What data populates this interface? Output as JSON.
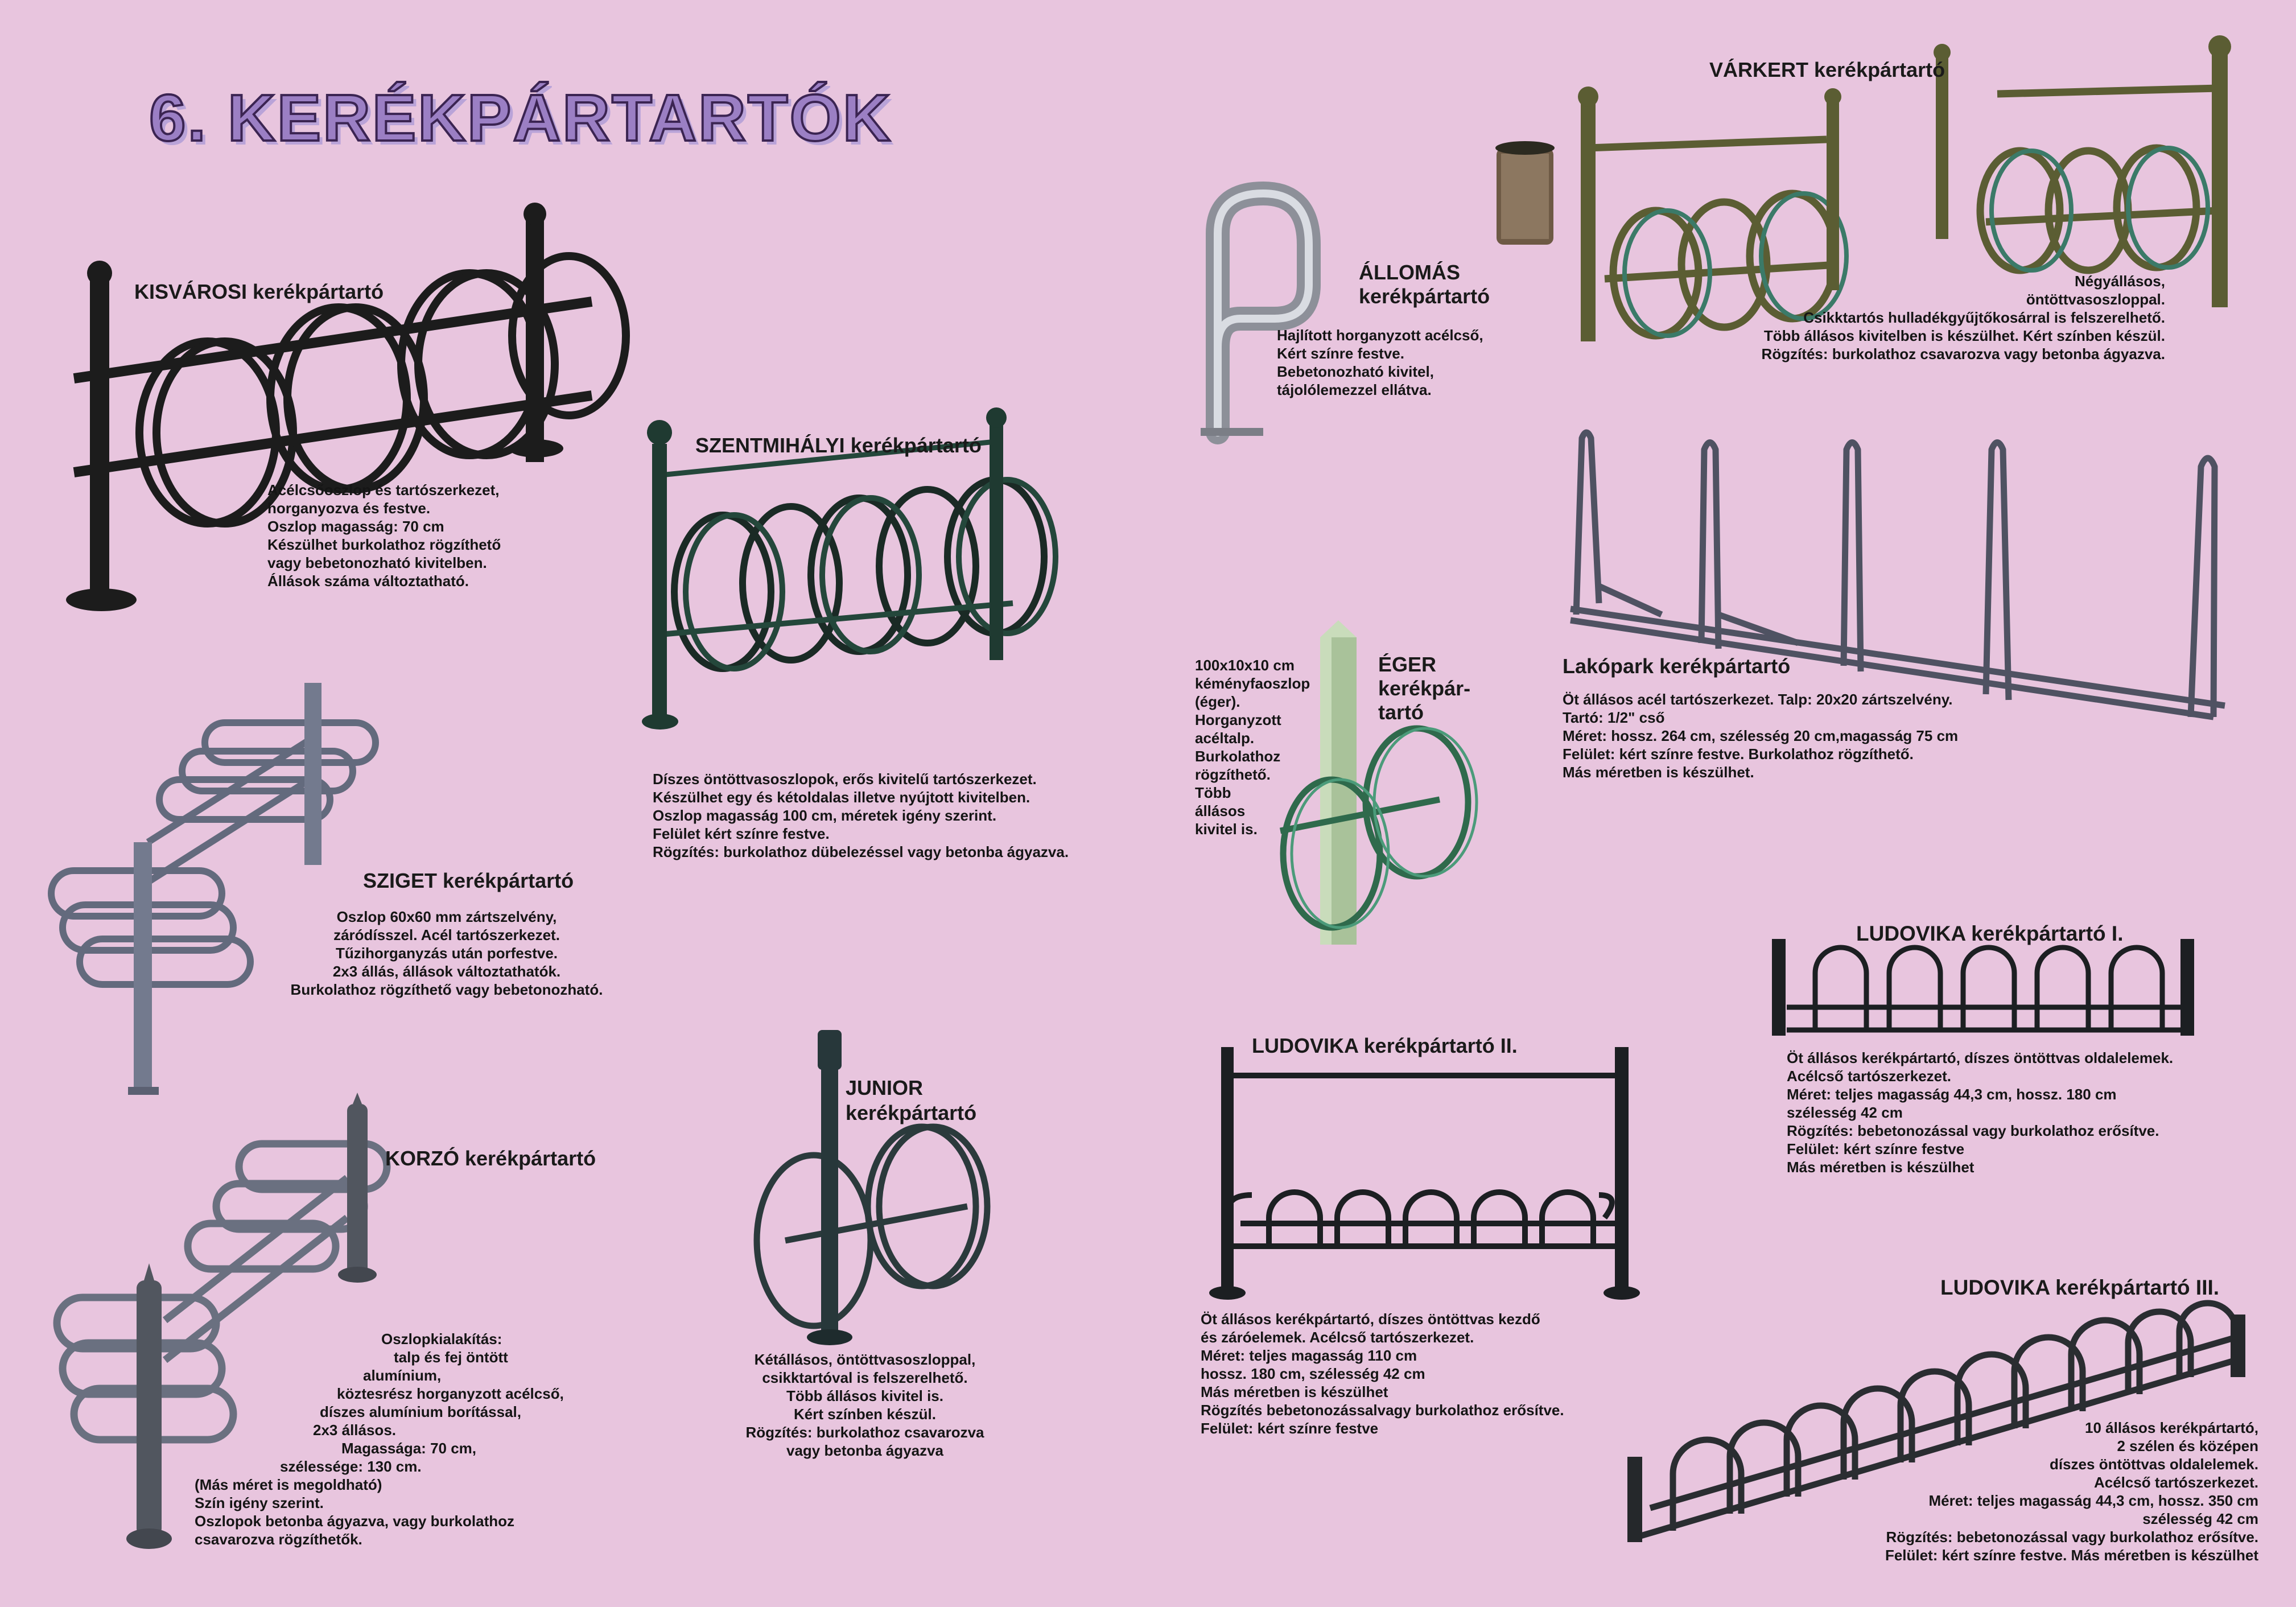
{
  "page_title": "6. KERÉKPÁRTARTÓK",
  "colors": {
    "background": "#e8c5de",
    "title_fill": "#9b7fc4",
    "title_stroke": "#3b2452",
    "rack_black": "#1c1c1c",
    "rack_green": "#24473b",
    "rack_grey": "#6b7184",
    "rack_olive": "#5b5d33"
  },
  "products": {
    "kisvarosi": {
      "name": "KISVÁROSI kerékpártartó",
      "desc": [
        "Acélcsőoszlop és tartószerkezet,",
        "horganyozva és festve.",
        "Oszlop magasság: 70 cm",
        "Készülhet burkolathoz rögzíthető",
        "vagy bebetonozható kivitelben.",
        "Állások száma változtatható."
      ]
    },
    "szentmihalyi": {
      "name": "SZENTMIHÁLYI kerékpártartó",
      "desc": [
        "Díszes öntöttvasoszlopok, erős kivitelű tartószerkezet.",
        "Készülhet egy és kétoldalas illetve nyújtott kivitelben.",
        "Oszlop magasság 100 cm, méretek igény szerint.",
        "Felület kért színre festve.",
        "Rögzítés: burkolathoz dübelezéssel vagy betonba ágyazva."
      ]
    },
    "allomas": {
      "name_line1": "ÁLLOMÁS",
      "name_line2": "kerékpártartó",
      "desc": [
        "Hajlított horganyzott acélcső,",
        "Kért színre festve.",
        "Bebetonozható kivitel,",
        "tájolólemezzel ellátva."
      ]
    },
    "varkert": {
      "name": "VÁRKERT kerékpártartó",
      "desc": [
        "Négyállásos,",
        "öntöttvasoszloppal.",
        "Csikktartós hulladékgyűjtőkosárral is felszerelhető.",
        "Több állásos kivitelben is készülhet. Kért színben készül.",
        "Rögzítés: burkolathoz csavarozva vagy betonba ágyazva."
      ]
    },
    "lakopark": {
      "name": "Lakópark kerékpártartó",
      "desc": [
        "Öt állásos acél tartószerkezet. Talp: 20x20 zártszelvény.",
        "Tartó: 1/2\" cső",
        "Méret: hossz. 264 cm, szélesség 20 cm,magasság 75 cm",
        "Felület: kért színre festve. Burkolathoz rögzíthető.",
        "Más méretben is készülhet."
      ]
    },
    "eger": {
      "name_lines": [
        "ÉGER",
        "kerékpár-",
        "tartó"
      ],
      "desc": [
        "100x10x10 cm",
        "kéményfaoszlop",
        "(éger).",
        "Horganyzott",
        "acéltalp.",
        "Burkolathoz",
        "rögzíthető.",
        "Több",
        "állásos",
        "kivitel is."
      ]
    },
    "sziget": {
      "name": "SZIGET kerékpártartó",
      "desc": [
        "Oszlop 60x60 mm zártszelvény,",
        "záródísszel. Acél tartószerkezet.",
        "Tűzihorganyzás után porfestve.",
        "2x3 állás, állások változtathatók.",
        "Burkolathoz rögzíthető vagy bebetonozható."
      ]
    },
    "ludovika1": {
      "name": "LUDOVIKA kerékpártartó I.",
      "desc": [
        "Öt állásos kerékpártartó, díszes öntöttvas oldalelemek.",
        "Acélcső tartószerkezet.",
        "Méret: teljes magasság 44,3 cm, hossz. 180 cm",
        "szélesség 42 cm",
        "Rögzítés: bebetonozással vagy burkolathoz erősítve.",
        "Felület: kért színre festve",
        "Más méretben is készülhet"
      ]
    },
    "ludovika2": {
      "name": "LUDOVIKA kerékpártartó II.",
      "desc": [
        "Öt állásos kerékpártartó, díszes öntöttvas kezdő",
        "és záróelemek. Acélcső tartószerkezet.",
        "Méret: teljes magasság 110 cm",
        "hossz. 180 cm, szélesség 42 cm",
        "Más méretben is készülhet",
        "Rögzítés bebetonozássalvagy burkolathoz erősítve.",
        "Felület: kért színre festve"
      ]
    },
    "junior": {
      "name_lines": [
        "JUNIOR",
        "kerékpártartó"
      ],
      "desc": [
        "Kétállásos, öntöttvasoszloppal,",
        "csikktartóval is felszerelhető.",
        "Több állásos kivitel is.",
        "Kért színben készül.",
        "Rögzítés: burkolathoz csavarozva",
        "vagy betonba ágyazva"
      ]
    },
    "korzo": {
      "name": "KORZÓ kerékpártartó",
      "desc": [
        "Oszlopkialakítás:",
        "talp és fej öntött",
        "alumínium,",
        "köztesrész horganyzott acélcső,",
        "díszes alumínium borítással,",
        "2x3 állásos.",
        "Magassága: 70 cm,",
        "szélessége: 130 cm.",
        "(Más méret is megoldható)",
        "Szín igény szerint.",
        "Oszlopok betonba ágyazva, vagy burkolathoz",
        "csavarozva rögzíthetők."
      ]
    },
    "ludovika3": {
      "name": "LUDOVIKA kerékpártartó III.",
      "desc": [
        "10 állásos kerékpártartó,",
        "2 szélen és középen",
        "díszes öntöttvas oldalelemek.",
        "Acélcső tartószerkezet.",
        "Méret: teljes magasság 44,3 cm, hossz. 350 cm",
        "szélesség 42 cm",
        "Rögzítés: bebetonozással vagy burkolathoz erősítve.",
        "Felület: kért színre festve. Más méretben is készülhet"
      ]
    }
  }
}
